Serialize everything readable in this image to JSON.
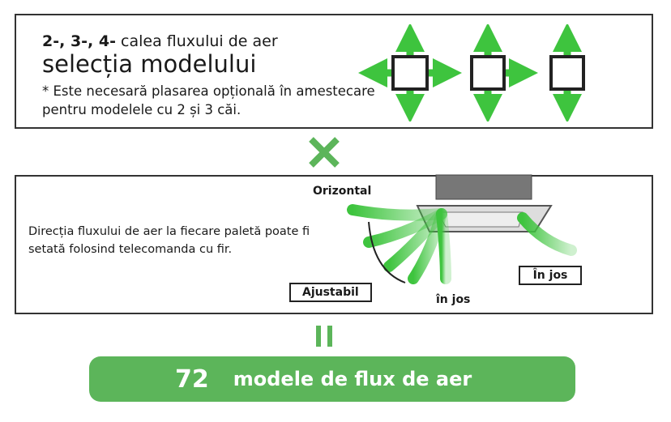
{
  "top": {
    "line1_bold": "2-, 3-, 4-",
    "line1_rest": "calea fluxului de aer",
    "title": "selecția modelului",
    "note": "* Este necesară plasarea opțională în amestecare pentru modelele cu 2 și 3 căi."
  },
  "middle": {
    "description": "Direcția fluxului de aer la fiecare paletă poate fi setată folosind telecomanda cu fir.",
    "label_horizontal": "Orizontal",
    "label_adjustable": "Ajustabil",
    "label_down_left": "în jos",
    "label_down_right": "În jos"
  },
  "result": {
    "count": "72",
    "label": "modele de flux de aer"
  },
  "colors": {
    "green": "#3ec43e",
    "pill": "#5cb55a"
  }
}
